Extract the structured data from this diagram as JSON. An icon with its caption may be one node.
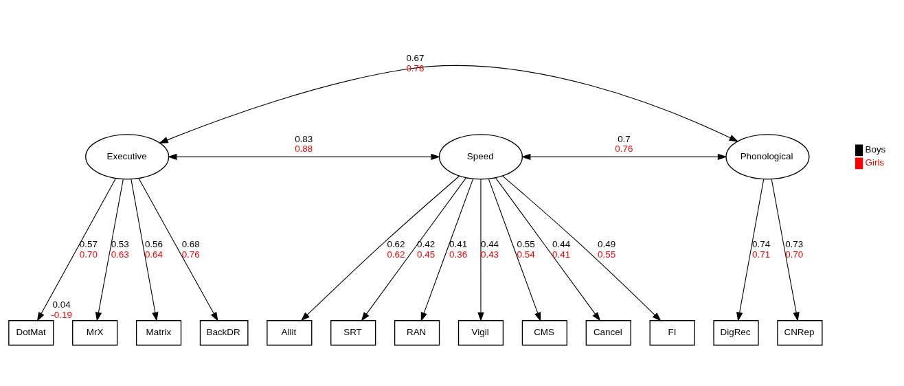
{
  "diagram": {
    "nodes": [
      {
        "text": [
          "Executive"
        ]
      },
      {
        "text": [
          "Speed"
        ]
      },
      {
        "text": [
          "Phonological"
        ]
      },
      {
        "text": [
          "DotMat"
        ]
      },
      {
        "text": [
          "MrX"
        ],
        "beside": [
          "0.04",
          "-0.19"
        ]
      },
      {
        "text": [
          "Matrix"
        ]
      },
      {
        "text": [
          "BackDR"
        ]
      },
      {
        "text": [
          "Allit"
        ]
      },
      {
        "text": [
          "SRT"
        ]
      },
      {
        "text": [
          "RAN"
        ]
      },
      {
        "text": [
          "Vigil"
        ]
      },
      {
        "text": [
          "CMS"
        ]
      },
      {
        "text": [
          "Cancel"
        ]
      },
      {
        "text": [
          "FI"
        ]
      },
      {
        "text": [
          "DigRec"
        ]
      },
      {
        "text": [
          "CNRep"
        ]
      }
    ],
    "edges": [
      {
        "from": 0,
        "to": 2,
        "arrow": "both",
        "label": [
          "0.67",
          "0.76"
        ]
      },
      {
        "from": 0,
        "to": 1,
        "arrow": "both",
        "label": [
          "0.83",
          "0.88"
        ]
      },
      {
        "from": 1,
        "to": 2,
        "arrow": "both",
        "label": [
          "0.7",
          "0.76"
        ]
      },
      {
        "from": 0,
        "to": 3,
        "arrow": "to",
        "label": [
          "0.57",
          "0.70"
        ]
      },
      {
        "from": 0,
        "to": 4,
        "arrow": "to",
        "label": [
          "0.53",
          "0.63"
        ]
      },
      {
        "from": 0,
        "to": 5,
        "arrow": "to",
        "label": [
          "0.56",
          "0.64"
        ]
      },
      {
        "from": 0,
        "to": 6,
        "arrow": "to",
        "label": [
          "0.68",
          "0.76"
        ]
      },
      {
        "from": 1,
        "to": 7,
        "arrow": "to",
        "label": [
          "0.62",
          "0.62"
        ]
      },
      {
        "from": 1,
        "to": 8,
        "arrow": "to",
        "label": [
          "0.42",
          "0.45"
        ]
      },
      {
        "from": 1,
        "to": 9,
        "arrow": "to",
        "label": [
          "0.41",
          "0.36"
        ]
      },
      {
        "from": 1,
        "to": 10,
        "arrow": "to",
        "label": [
          "0.44",
          "0.43"
        ]
      },
      {
        "from": 1,
        "to": 11,
        "arrow": "to",
        "label": [
          "0.55",
          "0.54"
        ]
      },
      {
        "from": 1,
        "to": 12,
        "arrow": "to",
        "label": [
          "0.44",
          "0.41"
        ]
      },
      {
        "from": 1,
        "to": 13,
        "arrow": "to",
        "label": [
          "0.49",
          "0.55"
        ]
      },
      {
        "from": 2,
        "to": 14,
        "arrow": "to",
        "label": [
          "0.74",
          "0.71"
        ]
      },
      {
        "from": 2,
        "to": 15,
        "arrow": "to",
        "label": [
          "0.73",
          "0.70"
        ]
      }
    ],
    "legend": [
      {
        "text": "Boys",
        "color": "#000000"
      },
      {
        "text": "Girls",
        "color": "#ff0000"
      }
    ]
  }
}
